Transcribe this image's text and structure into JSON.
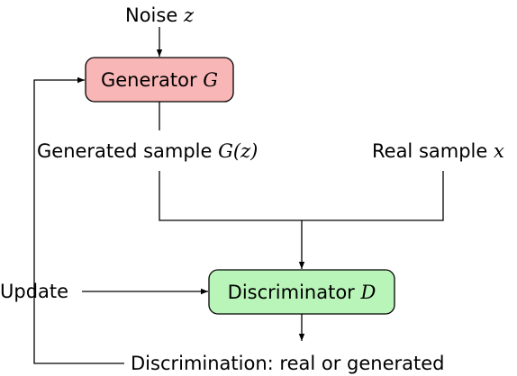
{
  "labels": {
    "noise_text": "Noise",
    "noise_math": "z",
    "generated_text": "Generated sample",
    "generated_math": "G(z)",
    "real_text": "Real sample",
    "real_math": "x",
    "update": "Update",
    "output": "Discrimination: real or generated"
  },
  "nodes": {
    "generator": {
      "text": "Generator",
      "math": "G",
      "fill": "#f9b6b6"
    },
    "discriminator": {
      "text": "Discriminator",
      "math": "D",
      "fill": "#b9f5b9"
    }
  },
  "colors": {
    "stroke": "#000000"
  }
}
